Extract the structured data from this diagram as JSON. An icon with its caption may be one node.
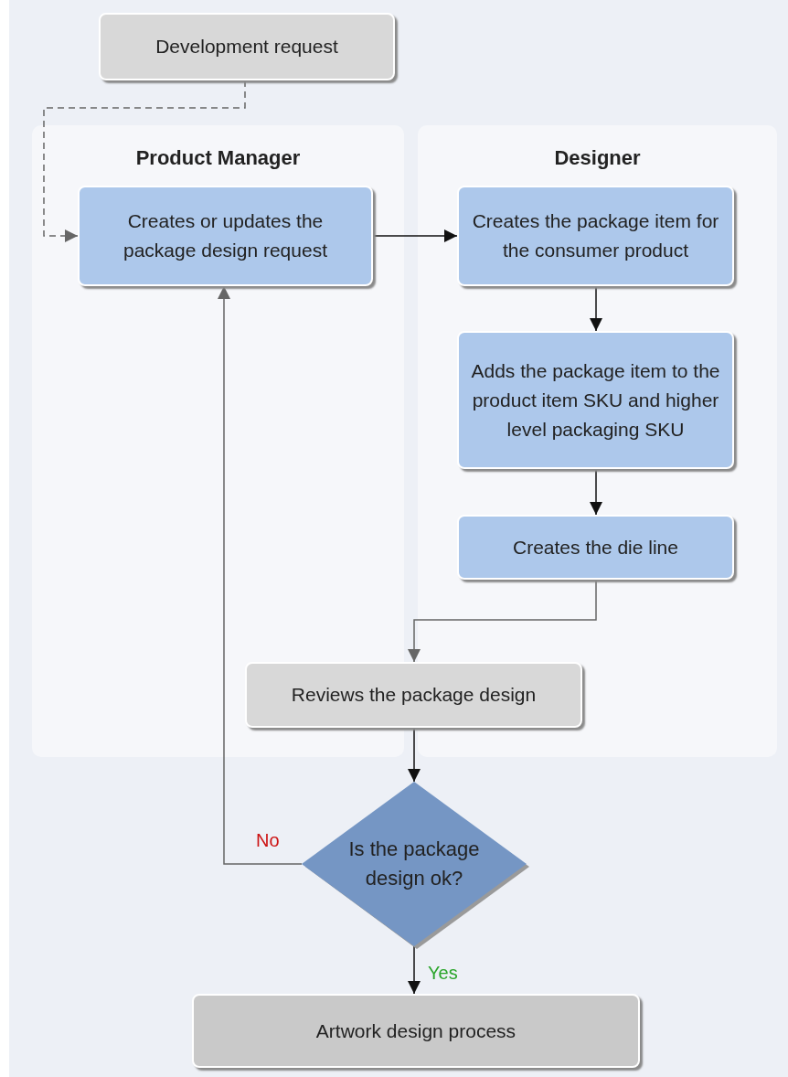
{
  "diagram": {
    "nodes": [
      {
        "text": [
          "Development request"
        ]
      },
      {
        "text": [
          "Product Manager"
        ]
      },
      {
        "text": [
          "Creates or updates the package design request"
        ],
        "in": 1
      },
      {
        "text": [
          "Designer"
        ]
      },
      {
        "text": [
          "Creates the package item for the consumer product"
        ],
        "in": 3
      },
      {
        "text": [
          "Adds the package item to the product item SKU and higher level packaging SKU"
        ],
        "in": 3
      },
      {
        "text": [
          "Creates the die line"
        ],
        "in": 3
      },
      {
        "text": [
          "Reviews the package design"
        ]
      },
      {
        "text": [
          "Is the package design ok?"
        ]
      },
      {
        "text": [
          "Artwork design process"
        ]
      }
    ],
    "edges": [
      {
        "from": 0,
        "to": 2,
        "arrow": "to",
        "style": "dashed",
        "color": "#666666"
      },
      {
        "from": 2,
        "to": 4,
        "arrow": "to"
      },
      {
        "from": 4,
        "to": 5,
        "arrow": "to"
      },
      {
        "from": 5,
        "to": 6,
        "arrow": "to"
      },
      {
        "from": 6,
        "to": 7,
        "arrow": "to",
        "color": "#666666"
      },
      {
        "from": 7,
        "to": 8,
        "arrow": "to"
      },
      {
        "from": 8,
        "to": 2,
        "arrow": "to",
        "label": "No",
        "color": "#666666"
      },
      {
        "from": 8,
        "to": 9,
        "arrow": "to",
        "label": "Yes"
      }
    ]
  }
}
